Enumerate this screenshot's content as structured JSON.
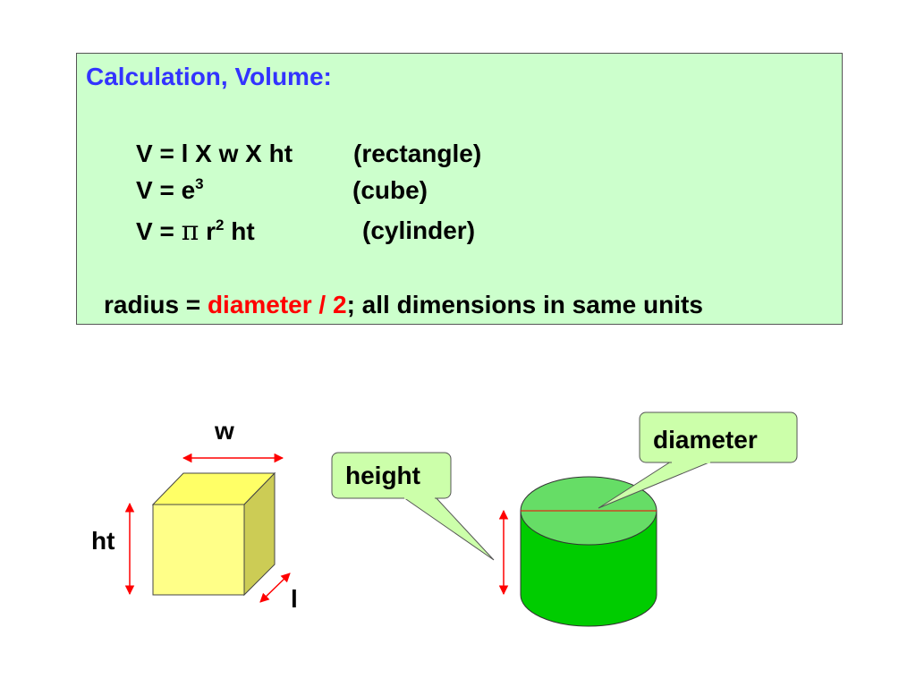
{
  "formula_box": {
    "title": "Calculation, Volume:",
    "rect": {
      "lhs": "V = l X w X ht",
      "desc": "(rectangle)"
    },
    "cube": {
      "base": "V = e",
      "exp": "3",
      "desc": "(cube)"
    },
    "cyl": {
      "lhs": "V =",
      "pi": "π",
      "r": "r",
      "exp": "2",
      "ht": "ht",
      "desc": "(cylinder)"
    },
    "note": {
      "prefix": "radius = ",
      "highlight": "diameter / 2",
      "suffix": "; all dimensions in same units"
    }
  },
  "box_labels": {
    "width": "w",
    "height": "ht",
    "length": "l"
  },
  "cylinder_labels": {
    "height": "height",
    "diameter": "diameter"
  },
  "colors": {
    "box_front": "#ffff88",
    "box_top": "#ffff66",
    "box_side": "#cccc55",
    "cyl_body": "#00cc00",
    "cyl_top": "#66dd66",
    "callout_fill": "#ccffaa",
    "arrow_red": "#ff0000",
    "title_blue": "#3333ff"
  }
}
